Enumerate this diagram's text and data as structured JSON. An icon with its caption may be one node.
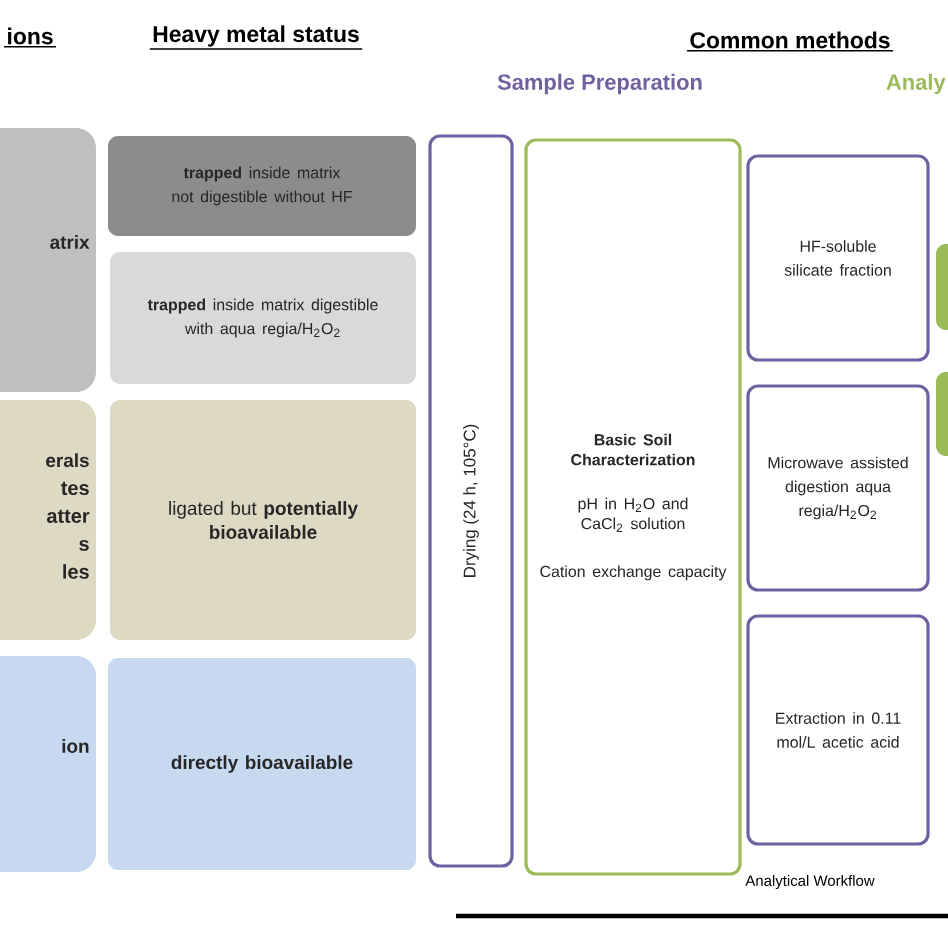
{
  "diagram": {
    "nodes": [
      {
        "text": [
          "atrix"
        ]
      },
      {
        "text": [
          "**trapped** inside matrix not digestible without HF"
        ]
      },
      {
        "text": [
          "**trapped** inside matrix digestible with aqua regia/H$_{2}$O$_{2}$"
        ]
      },
      {
        "text": [
          "Drying (24 h, 105°C)"
        ]
      },
      {
        "text": [
          "Basic Soil Characterization",
          "pH in H$_{2}$O and CaCl$_{2}$ solution",
          "Cation exchange capacity"
        ]
      },
      {
        "text": [
          "HF-soluble silicate fraction"
        ]
      },
      {
        "text": [],
        "shape": "box"
      },
      {
        "text": [
          "Microwave assisted digestion aqua regia/H$_{2}$O$_{2}$"
        ]
      },
      {
        "text": [],
        "shape": "box"
      },
      {
        "text": [
          "erals",
          "tes",
          "atter",
          "s",
          "les"
        ]
      },
      {
        "text": [
          "ligated but **potentially bioavailable**"
        ]
      },
      {
        "text": [
          "Extraction in 0.11 mol/L acetic acid"
        ]
      },
      {
        "text": [
          "ion"
        ]
      },
      {
        "text": [
          "directly bioavailable"
        ]
      }
    ],
    "labels": [
      "ions",
      "Heavy metal status",
      "Common methods",
      "Sample Preparation",
      "Analy",
      "Analytical Workflow"
    ]
  }
}
